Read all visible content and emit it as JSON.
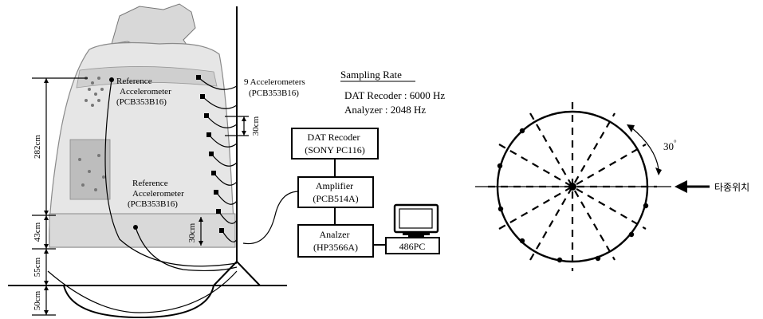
{
  "bell": {
    "reference_accelerometer_top": [
      "Reference",
      "Accelerometer",
      "(PCB353B16)"
    ],
    "reference_accelerometer_bottom": [
      "Reference",
      "Accelerometer",
      "(PCB353B16)"
    ],
    "accelerometers_label": [
      "9 Accelerometers",
      "(PCB353B16)"
    ],
    "spacing_label": "30cm",
    "spacing_label_bottom": "30cm"
  },
  "dimensions": {
    "height_body": "282cm",
    "height_lip": "43cm",
    "height_gap": "55cm",
    "height_pit": "50cm"
  },
  "sampling": {
    "title": "Sampling Rate",
    "dat": "DAT Recoder : 6000 Hz",
    "analyzer": "Analyzer : 2048 Hz"
  },
  "equipment": {
    "dat_recorder": [
      "DAT Recoder",
      "(SONY PC116)"
    ],
    "amplifier": [
      "Amplifier",
      "(PCB514A)"
    ],
    "analyzer": [
      "Analzer",
      "(HP3566A)"
    ],
    "pc": "486PC"
  },
  "plan_view": {
    "angle_label": "30",
    "angle_unit": "°",
    "strike_label": "타종위치"
  }
}
